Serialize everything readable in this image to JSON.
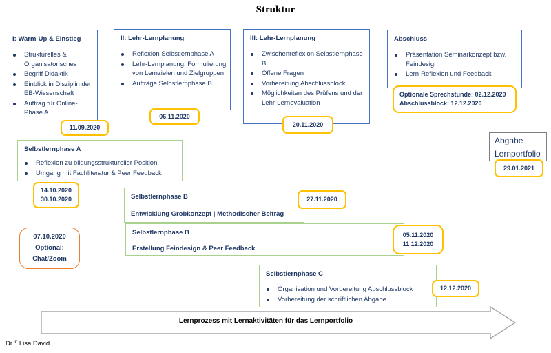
{
  "title": "Struktur",
  "colors": {
    "phase_border_blue": "#4472C4",
    "selfstudy_border_green": "#A9D18E",
    "date_border_gold": "#FFC000",
    "optional_border_orange": "#ED7D31",
    "submission_border_gray": "#7F7F7F",
    "arrow_border_gray": "#A6A6A6",
    "text_navy": "#1F3864"
  },
  "blocks": {
    "warmup": {
      "title": "I: Warm-Up & Einstieg",
      "bullets": [
        "Strukturelles & Organisatorisches",
        "Begriff Didaktik",
        "Einblick in Disziplin der EB-Wissenschaft",
        "Auftrag für Online-Phase A"
      ],
      "date": "11.09.2020"
    },
    "planung2": {
      "title": "II: Lehr-Lernplanung",
      "bullets": [
        "Reflexion Selbstlernphase A",
        "Lehr-Lernplanung; Formulierung von Lernzielen und Zielgruppen",
        "Aufträge Selbstlernphase B"
      ],
      "date": "06.11.2020"
    },
    "planung3": {
      "title": "III: Lehr-Lernplanung",
      "bullets": [
        "Zwischenreflexion Selbstlernphase B",
        "Offene Fragen",
        "Vorbereitung Abschlussblock",
        "Möglichkeiten des Prüfens und der Lehr-Lernevaluation"
      ],
      "date": "20.11.2020"
    },
    "abschluss": {
      "title": "Abschluss",
      "bullets": [
        "Präsentation Seminarkonzept bzw. Feindesign",
        "Lern-Reflexion und Feedback"
      ],
      "date_line1": "Optionale Sprechstunde: 02.12.2020",
      "date_line2": "Abschlussblock: 12.12.2020"
    }
  },
  "self_study": {
    "a": {
      "title": "Selbstlernphase A",
      "bullets": [
        "Reflexion zu bildungsstruktureller Position",
        "Umgang mit Fachliteratur & Peer Feedback"
      ],
      "date_line1": "14.10.2020",
      "date_line2": "30.10.2020"
    },
    "b1": {
      "title": "Selbstlernphase B",
      "subtitle": "Entwicklung Grobkonzept | Methodischer Beitrag",
      "date": "27.11.2020"
    },
    "b2": {
      "title": "Selbstlernphase B",
      "subtitle": "Erstellung Feindesign & Peer Feedback",
      "date_line1": "05.11.2020",
      "date_line2": "11.12.2020"
    },
    "c": {
      "title": "Selbstlernphase C",
      "bullets": [
        "Organisation und Vorbereitung Abschlussblock",
        "Vorbereitung der schriftlichen Abgabe"
      ],
      "date": "12.12.2020"
    }
  },
  "optional_meeting": {
    "line1": "07.10.2020",
    "line2": "Optional:",
    "line3": "Chat/Zoom"
  },
  "submission": {
    "title": "Abgabe Lernportfolio",
    "date": "29.01.2021"
  },
  "arrow": {
    "label": "Lernprozess mit Lernaktivitäten für das Lernportfolio"
  },
  "footer": {
    "prefix": "Dr.",
    "sup": "in",
    "name": " Lisa David"
  }
}
